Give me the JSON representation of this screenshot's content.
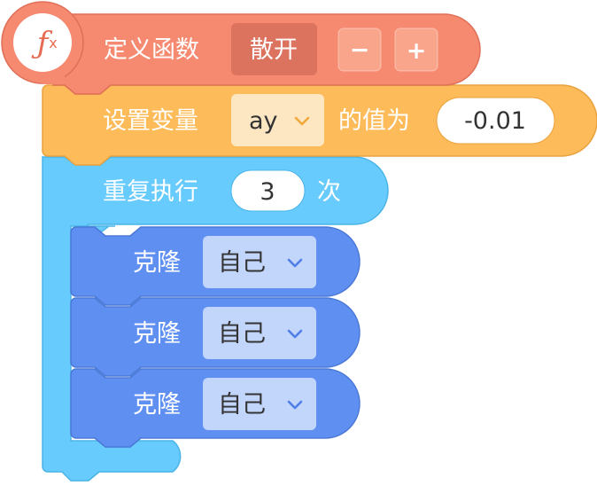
{
  "define_block": {
    "icon": "fx-icon",
    "label": "定义函数",
    "function_name": "散开",
    "minus_label": "−",
    "plus_label": "+",
    "colors": {
      "fill": "#f58a70",
      "stroke": "#e06f57",
      "name_bg": "#db735f",
      "button_bg": "#f8a58c"
    }
  },
  "set_var_block": {
    "label": "设置变量",
    "variable": "ay",
    "value_label": "的值为",
    "value": "-0.01",
    "colors": {
      "fill": "#fdbb5a",
      "stroke": "#e9a23f",
      "dropdown_bg": "#fde7c2",
      "arrow": "#f1a83b"
    }
  },
  "repeat_block": {
    "label": "重复执行",
    "count": "3",
    "suffix": "次",
    "colors": {
      "fill": "#68cbfd",
      "stroke": "#49b4e8"
    }
  },
  "clone_blocks": [
    {
      "label": "克隆",
      "target": "自己"
    },
    {
      "label": "克隆",
      "target": "自己"
    },
    {
      "label": "克隆",
      "target": "自己"
    }
  ],
  "clone_colors": {
    "fill": "#5f8ff0",
    "stroke": "#4a78d6",
    "dropdown_bg": "#c2d6fb",
    "arrow": "#4f7fe6"
  }
}
